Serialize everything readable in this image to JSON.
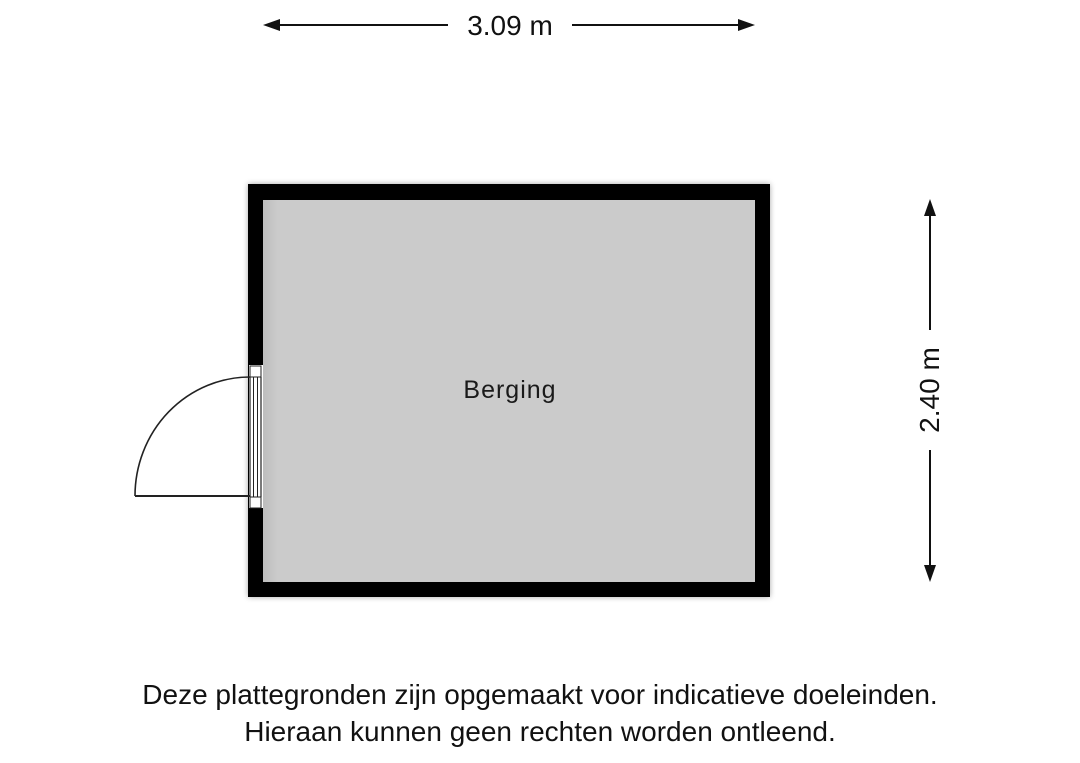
{
  "floorplan": {
    "colors": {
      "background": "#ffffff",
      "wall": "#000000",
      "floor": "#cbcbcb",
      "line": "#222222"
    },
    "dimensions": {
      "width_label": "3.09 m",
      "height_label": "2.40 m"
    },
    "rooms": [
      {
        "name": "Berging"
      }
    ],
    "door": {
      "side": "left",
      "swing": "outward"
    },
    "disclaimer": {
      "line1": "Deze plattegronden zijn opgemaakt voor indicatieve doeleinden.",
      "line2": "Hieraan kunnen geen rechten worden ontleend."
    }
  }
}
